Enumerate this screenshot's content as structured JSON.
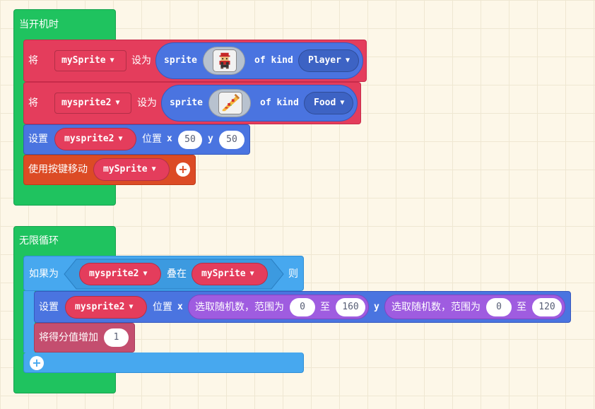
{
  "on_start": {
    "label": "当开机时",
    "color": "#1fc35f",
    "blocks": [
      {
        "set_label": "将",
        "variable": "mySprite",
        "assign_label": "设为",
        "sprite_label": "sprite",
        "image": "player-sprite-image",
        "of_kind_label": "of kind",
        "kind": "Player"
      },
      {
        "set_label": "将",
        "variable": "mysprite2",
        "assign_label": "设为",
        "sprite_label": "sprite",
        "image": "pizza-sprite-image",
        "of_kind_label": "of kind",
        "kind": "Food"
      }
    ],
    "position_block": {
      "label": "设置",
      "sprite": "mysprite2",
      "pos_label": "位置",
      "x_label": "x",
      "x": "50",
      "y_label": "y",
      "y": "50"
    },
    "move_block": {
      "label": "使用按键移动",
      "sprite": "mySprite"
    }
  },
  "forever": {
    "label": "无限循环",
    "if_block": {
      "if_label": "如果为",
      "sprite_a": "mysprite2",
      "overlap_label": "叠在",
      "sprite_b": "mySprite",
      "then_label": "则"
    },
    "position_block": {
      "label": "设置",
      "sprite": "mysprite2",
      "pos_label": "位置",
      "x_label": "x",
      "random_label": "选取随机数，范围为",
      "x_from": "0",
      "to_label": "至",
      "x_to": "160",
      "y_label": "y",
      "y_from": "0",
      "y_to": "120"
    },
    "score_block": {
      "label": "将得分值增加",
      "value": "1"
    }
  },
  "colors": {
    "events": "#1fc35f",
    "variables": "#e43d5c",
    "sprites": "#4a74e0",
    "controller": "#dc4b25",
    "logic": "#47a8ef",
    "math": "#9f5ce0",
    "info": "#c44e6f"
  },
  "icons": {
    "dropdown": "▼",
    "add": "+"
  }
}
